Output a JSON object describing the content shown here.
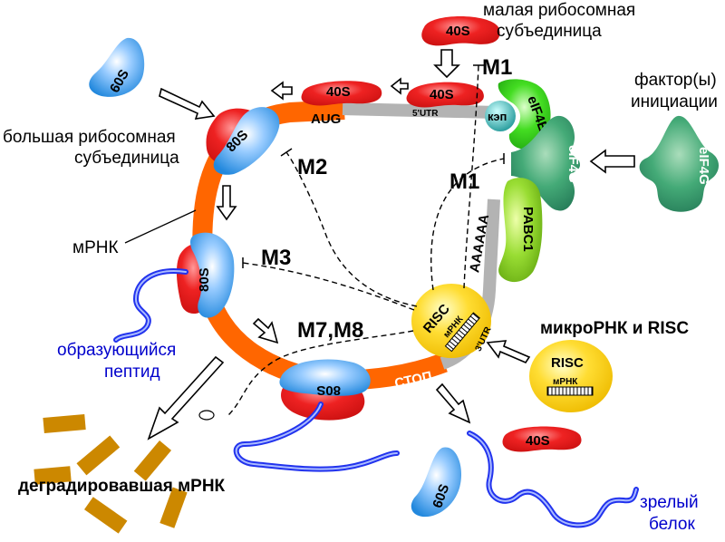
{
  "labels": {
    "small_subunit": [
      "малая рибосомная",
      "субъединица"
    ],
    "large_subunit": [
      "большая рибосомная",
      "субъединица"
    ],
    "initiation_factors": [
      "фактор(ы)",
      "инициации"
    ],
    "mrna": "мРНК",
    "nascent_peptide": [
      "образующийся",
      "пептид"
    ],
    "degraded_mrna": "деградировавшая мРНК",
    "mirna_risc": "микроРНК и RISC",
    "mature_protein": [
      "зрелый",
      "белок"
    ]
  },
  "mechanisms": {
    "m1_top": "M1",
    "m1_mid": "M1",
    "m2": "M2",
    "m3": "M3",
    "m7m8": "M7,M8"
  },
  "components": {
    "s40_top": "40S",
    "s40_left": "40S",
    "s40_mid": "40S",
    "s40_free": "40S",
    "s60": "60S",
    "s60_free": "60S",
    "s80_top": "80S",
    "s80_left": "80S",
    "s80_bottom": "80S",
    "aug": "AUG",
    "utr5": "5'UTR",
    "utr3": "3'UTR",
    "cap": "кэп",
    "eif4e": "eIF4E",
    "eif4g": "eIF4G",
    "eif4g_free": "eIF4G",
    "pabc1": "PABC1",
    "polya": "AAAAAA",
    "stop": "СТОП",
    "risc": "RISC",
    "risc_free": "RISC",
    "risc_mrna": "мРНК",
    "risc_free_mrna": "мРНК"
  },
  "colors": {
    "mrna_orange": "#ff6600",
    "utr_grey": "#b3b3b3",
    "subunit_40s_red": "#e8202a",
    "subunit_60s_blue": "#55aaee",
    "eif4e_green": "#33cc22",
    "eif4g_teal": "#339966",
    "pabc1_green": "#88cc22",
    "risc_yellow": "#ffcc11",
    "peptide_blue": "#2233ee",
    "degraded_mrna_brown": "#cc8800",
    "cap_teal": "#33aaaa"
  }
}
